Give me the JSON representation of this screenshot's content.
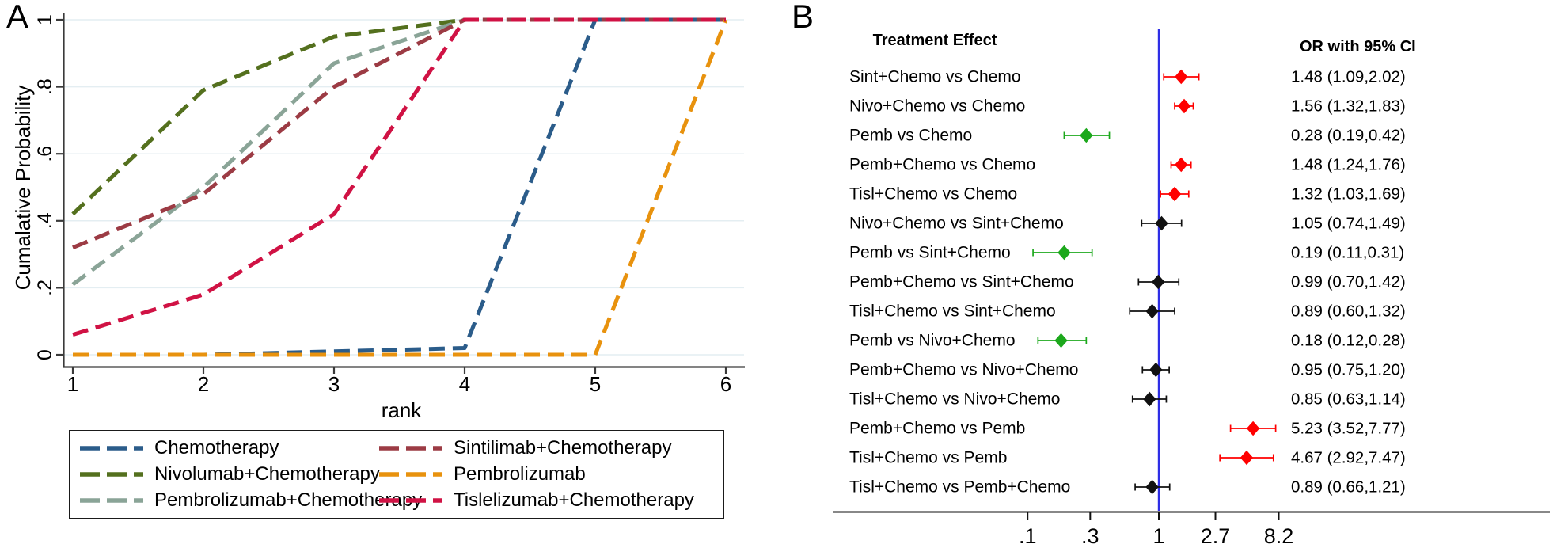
{
  "figure": {
    "panelA": {
      "label": "A"
    },
    "panelB": {
      "label": "B"
    }
  },
  "chart_data": [
    {
      "type": "line",
      "panel": "A",
      "title": "",
      "xlabel": "rank",
      "ylabel": "Cumalative Probability",
      "x": [
        1,
        2,
        3,
        4,
        5,
        6
      ],
      "xtick_labels": [
        "1",
        "2",
        "3",
        "4",
        "5",
        "6"
      ],
      "ylim": [
        0,
        1
      ],
      "yticks": [
        0,
        0.2,
        0.4,
        0.6,
        0.8,
        1
      ],
      "ytick_labels": [
        "0",
        ".2",
        ".4",
        ".6",
        ".8",
        "1"
      ],
      "grid": true,
      "line_style": "dashed",
      "series": [
        {
          "name": "Chemotherapy",
          "color": "#2B5C8A",
          "values": [
            0,
            0,
            0.01,
            0.02,
            1,
            1
          ]
        },
        {
          "name": "Nivolumab+Chemotherapy",
          "color": "#54701E",
          "values": [
            0.42,
            0.79,
            0.95,
            1,
            1,
            1
          ]
        },
        {
          "name": "Pembrolizumab+Chemotherapy",
          "color": "#8AA497",
          "values": [
            0.21,
            0.5,
            0.87,
            1,
            1,
            1
          ]
        },
        {
          "name": "Sintilimab+Chemotherapy",
          "color": "#9C3B44",
          "values": [
            0.32,
            0.48,
            0.8,
            1,
            1,
            1
          ]
        },
        {
          "name": "Pembrolizumab",
          "color": "#E8920E",
          "values": [
            0,
            0,
            0,
            0,
            0,
            1
          ]
        },
        {
          "name": "Tislelizumab+Chemotherapy",
          "color": "#D01244",
          "values": [
            0.06,
            0.18,
            0.42,
            1,
            1,
            1
          ]
        }
      ],
      "legend": {
        "columns": [
          [
            "Chemotherapy",
            "Nivolumab+Chemotherapy",
            "Pembrolizumab+Chemotherapy"
          ],
          [
            "Sintilimab+Chemotherapy",
            "Pembrolizumab",
            "Tislelizumab+Chemotherapy"
          ]
        ]
      }
    },
    {
      "type": "forest",
      "panel": "B",
      "header_left": "Treatment Effect",
      "header_right": "OR with 95% CI",
      "scale": "log",
      "xticks": [
        0.1,
        0.3,
        1,
        2.7,
        8.2
      ],
      "xtick_labels": [
        ".1",
        ".3",
        "1",
        "2.7",
        "8.2"
      ],
      "ref_line": 1,
      "ref_line_color": "#2E2EE6",
      "marker_colors": {
        "red": "#FF0000",
        "green": "#1CA81C",
        "black": "#111111"
      },
      "rows": [
        {
          "label": "Sint+Chemo vs Chemo",
          "or": 1.48,
          "ci_low": 1.09,
          "ci_high": 2.02,
          "or_text": "1.48 (1.09,2.02)",
          "color": "red"
        },
        {
          "label": "Nivo+Chemo vs Chemo",
          "or": 1.56,
          "ci_low": 1.32,
          "ci_high": 1.83,
          "or_text": "1.56 (1.32,1.83)",
          "color": "red"
        },
        {
          "label": "Pemb vs Chemo",
          "or": 0.28,
          "ci_low": 0.19,
          "ci_high": 0.42,
          "or_text": "0.28 (0.19,0.42)",
          "color": "green"
        },
        {
          "label": "Pemb+Chemo vs Chemo",
          "or": 1.48,
          "ci_low": 1.24,
          "ci_high": 1.76,
          "or_text": "1.48 (1.24,1.76)",
          "color": "red"
        },
        {
          "label": "Tisl+Chemo vs Chemo",
          "or": 1.32,
          "ci_low": 1.03,
          "ci_high": 1.69,
          "or_text": "1.32 (1.03,1.69)",
          "color": "red"
        },
        {
          "label": "Nivo+Chemo vs Sint+Chemo",
          "or": 1.05,
          "ci_low": 0.74,
          "ci_high": 1.49,
          "or_text": "1.05 (0.74,1.49)",
          "color": "black"
        },
        {
          "label": "Pemb vs Sint+Chemo",
          "or": 0.19,
          "ci_low": 0.11,
          "ci_high": 0.31,
          "or_text": "0.19 (0.11,0.31)",
          "color": "green"
        },
        {
          "label": "Pemb+Chemo vs Sint+Chemo",
          "or": 0.99,
          "ci_low": 0.7,
          "ci_high": 1.42,
          "or_text": "0.99 (0.70,1.42)",
          "color": "black"
        },
        {
          "label": "Tisl+Chemo vs Sint+Chemo",
          "or": 0.89,
          "ci_low": 0.6,
          "ci_high": 1.32,
          "or_text": "0.89 (0.60,1.32)",
          "color": "black"
        },
        {
          "label": "Pemb vs Nivo+Chemo",
          "or": 0.18,
          "ci_low": 0.12,
          "ci_high": 0.28,
          "or_text": "0.18 (0.12,0.28)",
          "color": "green"
        },
        {
          "label": "Pemb+Chemo vs Nivo+Chemo",
          "or": 0.95,
          "ci_low": 0.75,
          "ci_high": 1.2,
          "or_text": "0.95 (0.75,1.20)",
          "color": "black"
        },
        {
          "label": "Tisl+Chemo vs Nivo+Chemo",
          "or": 0.85,
          "ci_low": 0.63,
          "ci_high": 1.14,
          "or_text": "0.85 (0.63,1.14)",
          "color": "black"
        },
        {
          "label": "Pemb+Chemo vs Pemb",
          "or": 5.23,
          "ci_low": 3.52,
          "ci_high": 7.77,
          "or_text": "5.23 (3.52,7.77)",
          "color": "red"
        },
        {
          "label": "Tisl+Chemo vs Pemb",
          "or": 4.67,
          "ci_low": 2.92,
          "ci_high": 7.47,
          "or_text": "4.67 (2.92,7.47)",
          "color": "red"
        },
        {
          "label": "Tisl+Chemo vs Pemb+Chemo",
          "or": 0.89,
          "ci_low": 0.66,
          "ci_high": 1.21,
          "or_text": "0.89 (0.66,1.21)",
          "color": "black"
        }
      ]
    }
  ]
}
